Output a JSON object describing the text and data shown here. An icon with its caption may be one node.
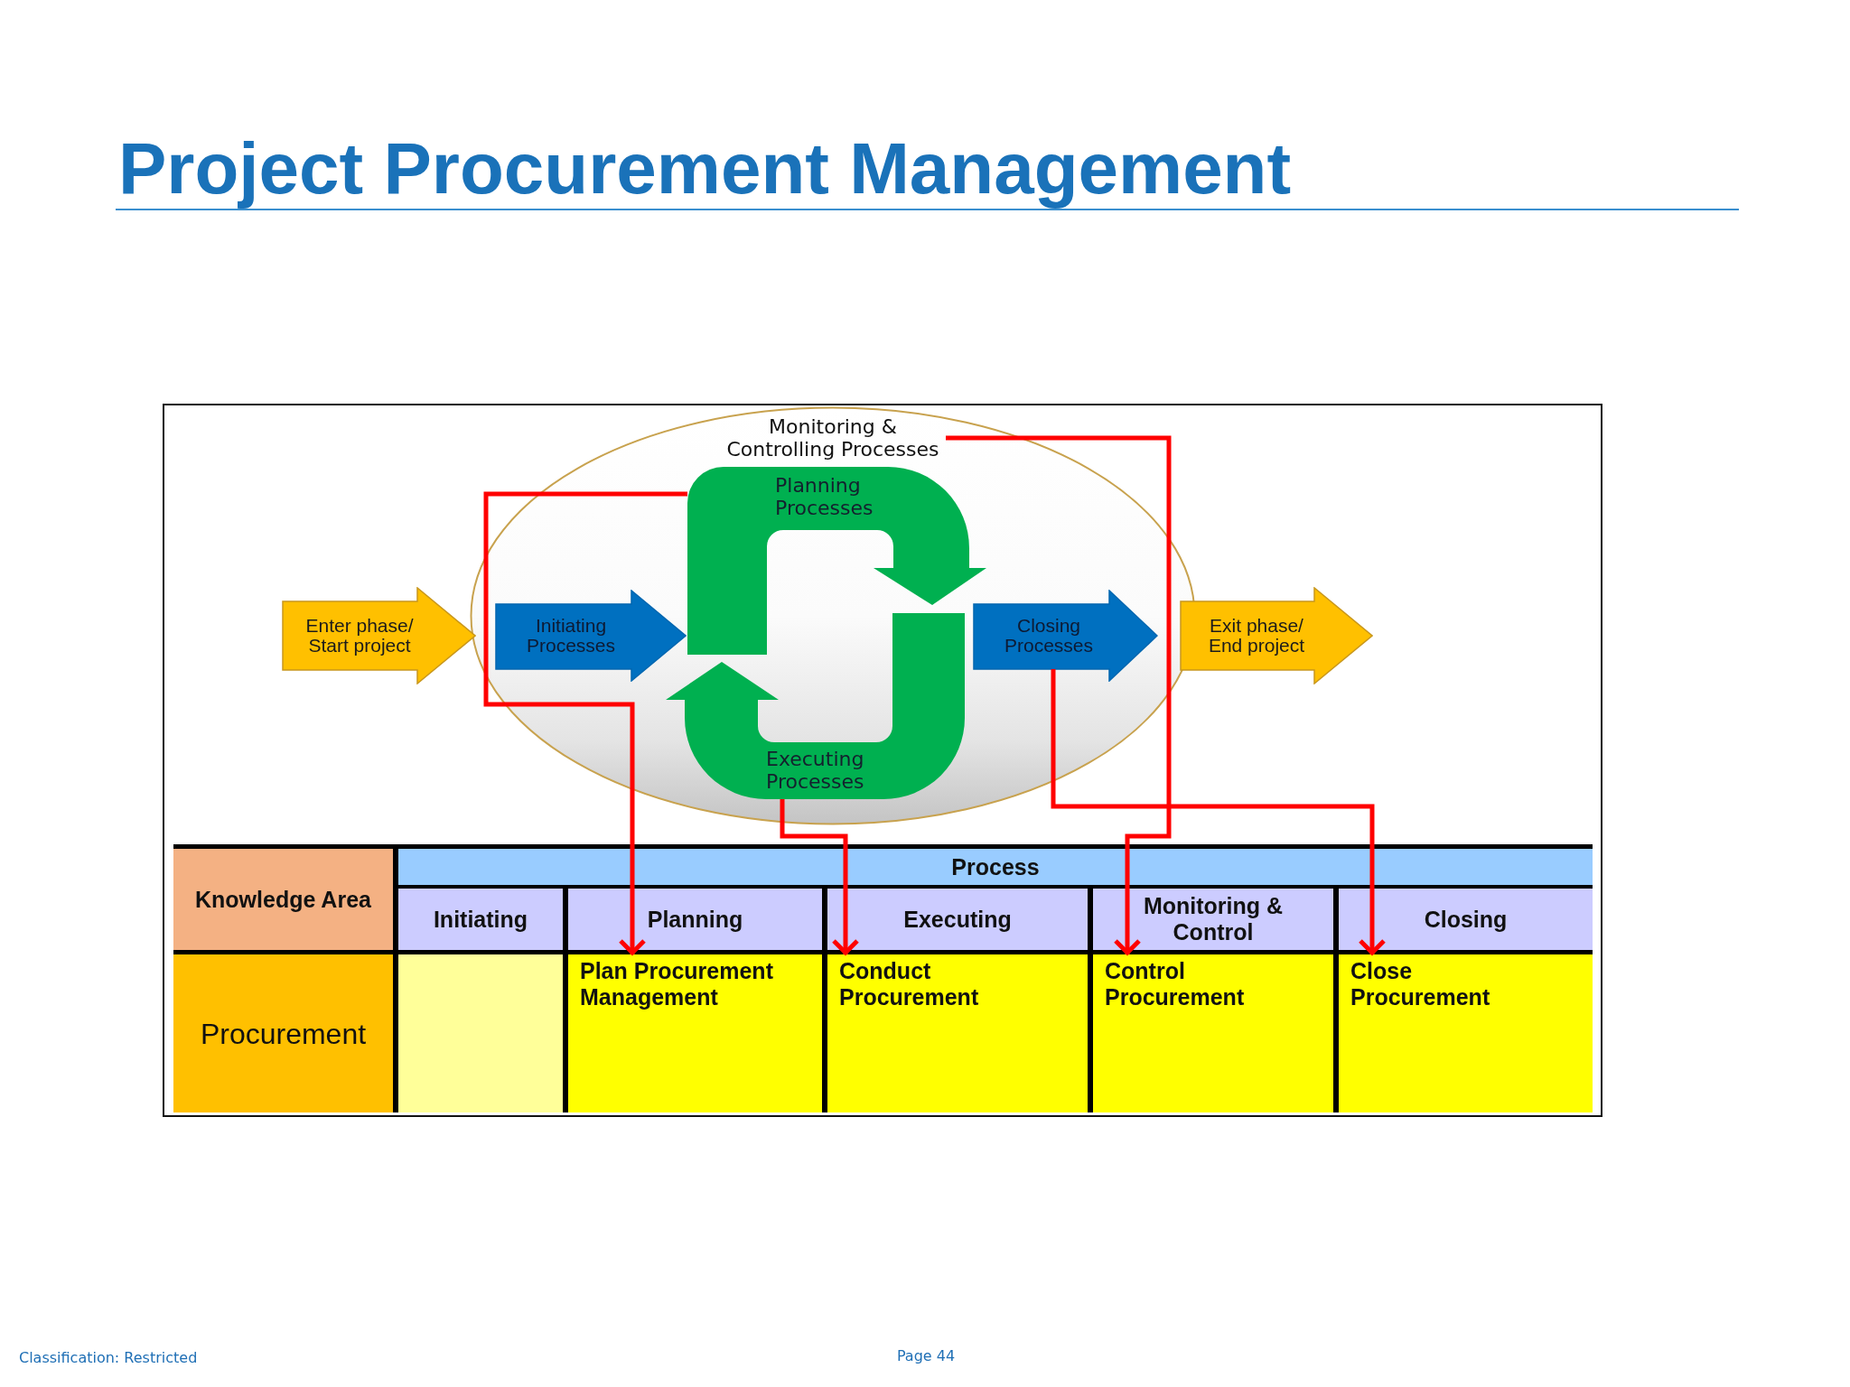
{
  "diagram": {
    "title": "Project Procurement Management",
    "nodes": [
      {
        "text": [
          "Enter phase/ Start project"
        ]
      },
      {
        "text": [],
        "shape": "ellipse"
      },
      {
        "text": [
          "Monitoring & Controlling Processes"
        ],
        "in": 1
      },
      {
        "text": [
          "Initiating Processes"
        ],
        "in": 1
      },
      {
        "text": [
          "Planning Processes"
        ],
        "in": 1
      },
      {
        "text": [
          "Executing Processes"
        ],
        "in": 1
      },
      {
        "text": [
          "Closing Processes"
        ],
        "in": 1
      },
      {
        "text": [
          "Exit phase/ End project"
        ]
      },
      {
        "text": [
          "Knowledge Area"
        ]
      },
      {
        "text": [
          "Process"
        ]
      },
      {
        "text": [
          "Initiating"
        ],
        "in": 9
      },
      {
        "text": [
          "Planning"
        ],
        "in": 9
      },
      {
        "text": [
          "Executing"
        ],
        "in": 9
      },
      {
        "text": [
          "Monitoring & Control"
        ],
        "in": 9
      },
      {
        "text": [
          "Closing"
        ],
        "in": 9
      },
      {
        "text": [
          "Procurement"
        ]
      },
      {
        "text": [],
        "shape": "box",
        "in": 10
      },
      {
        "text": [
          "Plan Procurement Management"
        ],
        "in": 11
      },
      {
        "text": [
          "Conduct Procurement"
        ],
        "in": 12
      },
      {
        "text": [
          "Control Procurement"
        ],
        "in": 13
      },
      {
        "text": [
          "Close Procurement"
        ],
        "in": 14
      }
    ],
    "edges": [
      {
        "from": 2,
        "to": 19,
        "arrow": "to"
      },
      {
        "from": 4,
        "to": 17,
        "arrow": "to"
      },
      {
        "from": 5,
        "to": 18,
        "arrow": "to"
      },
      {
        "from": 6,
        "to": 20,
        "arrow": "to"
      }
    ],
    "labels": [
      "Classification: Restricted",
      "Page 44"
    ]
  }
}
